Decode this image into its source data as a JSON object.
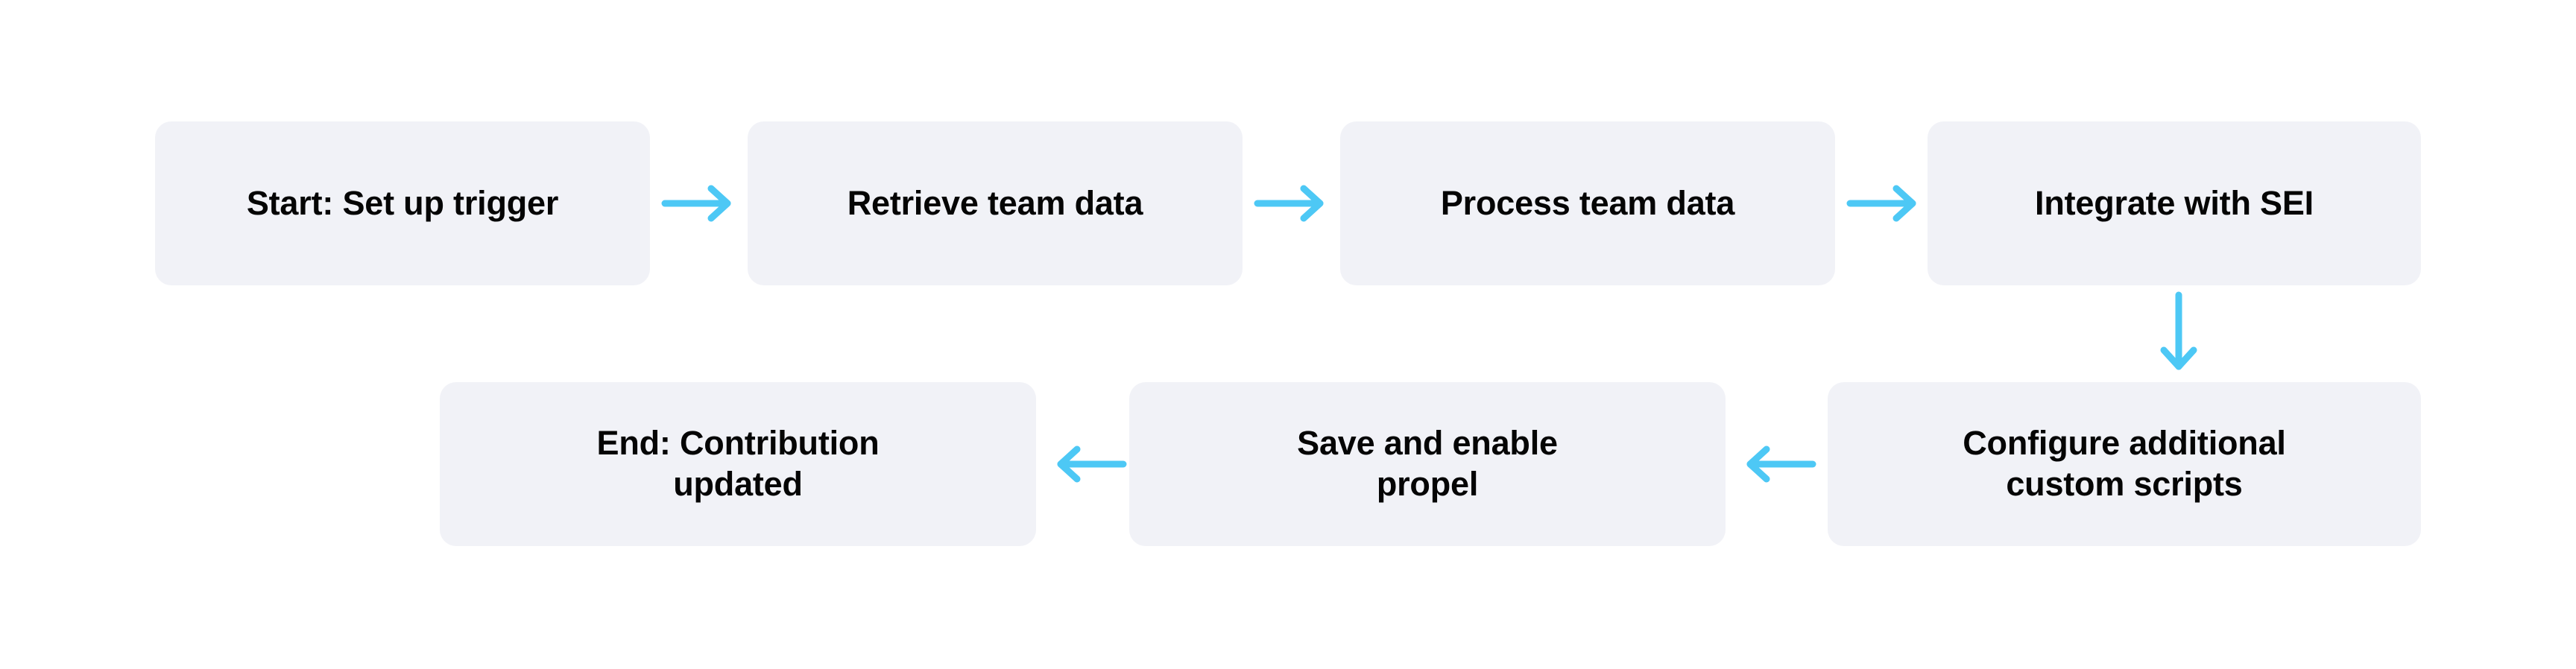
{
  "diagram": {
    "type": "flowchart",
    "title": "",
    "background_color": "#ffffff",
    "node_fill_color": "#f1f2f7",
    "node_text_color": "#050505",
    "arrow_color": "#4dc8f5",
    "nodes": [
      {
        "id": "n1",
        "label": "Start: Set up trigger",
        "row": "top",
        "order": 1
      },
      {
        "id": "n2",
        "label": "Retrieve team data",
        "row": "top",
        "order": 2
      },
      {
        "id": "n3",
        "label": "Process team data",
        "row": "top",
        "order": 3
      },
      {
        "id": "n4",
        "label": "Integrate with SEI",
        "row": "top",
        "order": 4
      },
      {
        "id": "n5",
        "label": "Configure additional\ncustom scripts",
        "row": "bottom",
        "order": 5
      },
      {
        "id": "n6",
        "label": "Save and enable\npropel",
        "row": "bottom",
        "order": 6
      },
      {
        "id": "n7",
        "label": "End: Contribution\nupdated",
        "row": "bottom",
        "order": 7
      }
    ],
    "edges": [
      {
        "id": "e1",
        "from": "n1",
        "to": "n2",
        "direction": "right"
      },
      {
        "id": "e2",
        "from": "n2",
        "to": "n3",
        "direction": "right"
      },
      {
        "id": "e3",
        "from": "n3",
        "to": "n4",
        "direction": "right"
      },
      {
        "id": "e4",
        "from": "n4",
        "to": "n5",
        "direction": "down"
      },
      {
        "id": "e5",
        "from": "n5",
        "to": "n6",
        "direction": "left"
      },
      {
        "id": "e6",
        "from": "n6",
        "to": "n7",
        "direction": "left"
      }
    ]
  }
}
